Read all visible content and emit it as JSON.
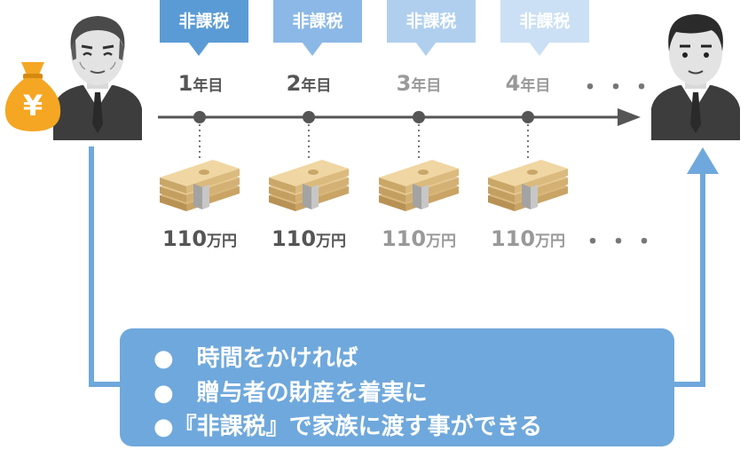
{
  "badges": [
    "非課税",
    "非課税",
    "非課税",
    "非課税"
  ],
  "years": [
    {
      "num": "1",
      "unit": "年目"
    },
    {
      "num": "2",
      "unit": "年目"
    },
    {
      "num": "3",
      "unit": "年目"
    },
    {
      "num": "4",
      "unit": "年目"
    }
  ],
  "amounts": [
    {
      "num": "110",
      "unit": "万円"
    },
    {
      "num": "110",
      "unit": "万円"
    },
    {
      "num": "110",
      "unit": "万円"
    },
    {
      "num": "110",
      "unit": "万円"
    }
  ],
  "ellipsis": "・・・",
  "yen_symbol": "¥",
  "info": {
    "line1": "●　時間をかければ",
    "line2": "●　贈与者の財産を着実に",
    "line3": "●『非課税』で家族に渡す事ができる"
  },
  "colors": {
    "badge": [
      "#5b9bd5",
      "#8bb8e6",
      "#b0cfee",
      "#cbe0f4"
    ],
    "text_dark": "#555555",
    "text_light": "#999999",
    "arrow": "#6fa8dc",
    "info_bg": "#6fa8dc",
    "moneybag": "#f5a623"
  }
}
